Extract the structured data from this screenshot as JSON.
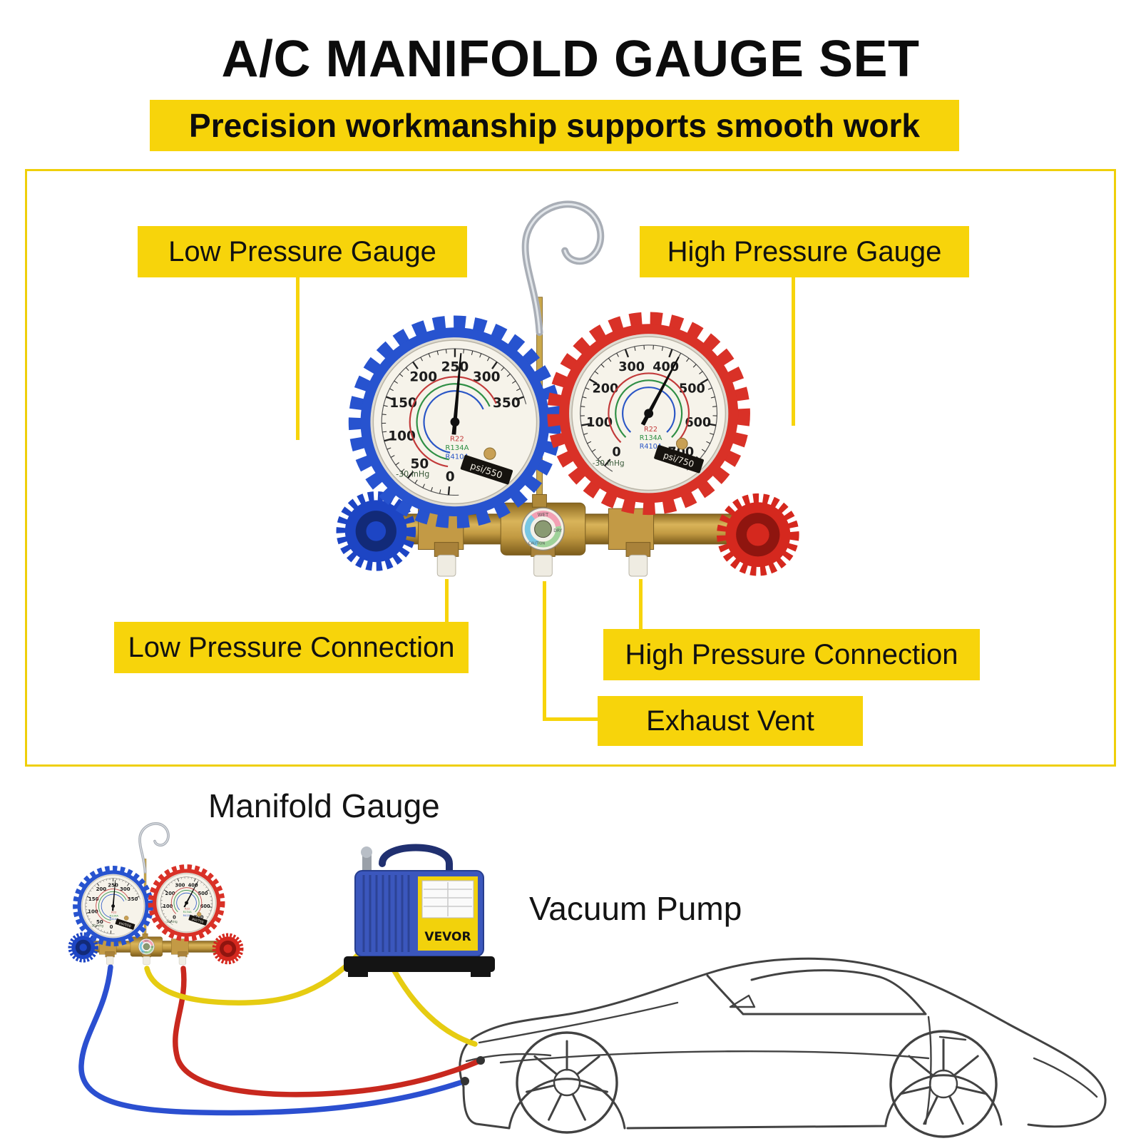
{
  "title": "A/C MANIFOLD GAUGE SET",
  "subtitle": "Precision workmanship supports smooth work",
  "callouts": {
    "low_pressure_gauge": "Low Pressure Gauge",
    "high_pressure_gauge": "High Pressure Gauge",
    "low_pressure_connection": "Low Pressure Connection",
    "high_pressure_connection": "High Pressure Connection",
    "exhaust_vent": "Exhaust Vent"
  },
  "scene": {
    "manifold_gauge_label": "Manifold Gauge",
    "vacuum_pump_label": "Vacuum Pump",
    "pump_brand": "VEVOR"
  },
  "gauges": {
    "low": {
      "boot_color": "#2753cf",
      "knob_color": "#1d45c4",
      "knob_inner_color": "#122a78",
      "numbers": [
        0,
        50,
        100,
        150,
        200,
        250,
        300,
        350
      ],
      "top_value": 250,
      "step": 50,
      "deg_per_step": 35,
      "unit_label": "psi/550",
      "vacuum_label": "-30 inHg",
      "refrigerants": [
        "R22",
        "R134A",
        "R410A"
      ],
      "needle_deg": 5
    },
    "high": {
      "boot_color": "#d93127",
      "knob_color": "#d5281e",
      "knob_inner_color": "#8f150f",
      "numbers": [
        0,
        100,
        200,
        300,
        400,
        500,
        600,
        700
      ],
      "top_value": 350,
      "step": 100,
      "deg_per_step": 40,
      "unit_label": "psi/750",
      "vacuum_label": "-30 inHg",
      "refrigerants": [
        "R22",
        "R134A",
        "R410A"
      ],
      "needle_deg": 28
    }
  },
  "sight_glass": {
    "labels": [
      "WET",
      "DRY",
      "CAUTION"
    ]
  },
  "colors": {
    "accent_yellow": "#F7D40B",
    "low_side_blue": "#2753cf",
    "high_side_red": "#d93127",
    "brass": "#bd9340",
    "hose_yellow": "#e6cc12",
    "hose_red": "#c8281e",
    "hose_blue": "#2b4fd0"
  }
}
